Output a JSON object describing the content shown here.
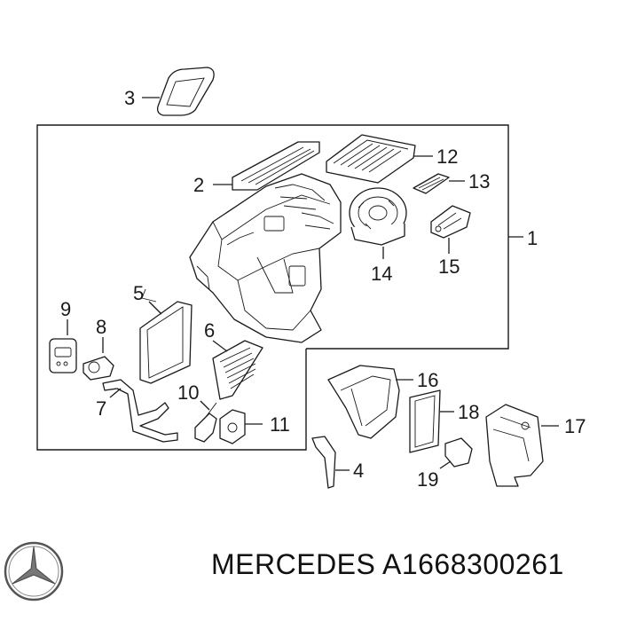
{
  "footer": {
    "brand": "MERCEDES",
    "part_number": "A1668300261"
  },
  "callouts": [
    "1",
    "2",
    "3",
    "4",
    "5",
    "6",
    "7",
    "8",
    "9",
    "10",
    "11",
    "12",
    "13",
    "14",
    "15",
    "16",
    "17",
    "18",
    "19"
  ],
  "colors": {
    "line": "#1a1a1a",
    "background": "#ffffff"
  },
  "logo": {
    "icon": "mercedes-star-icon"
  }
}
